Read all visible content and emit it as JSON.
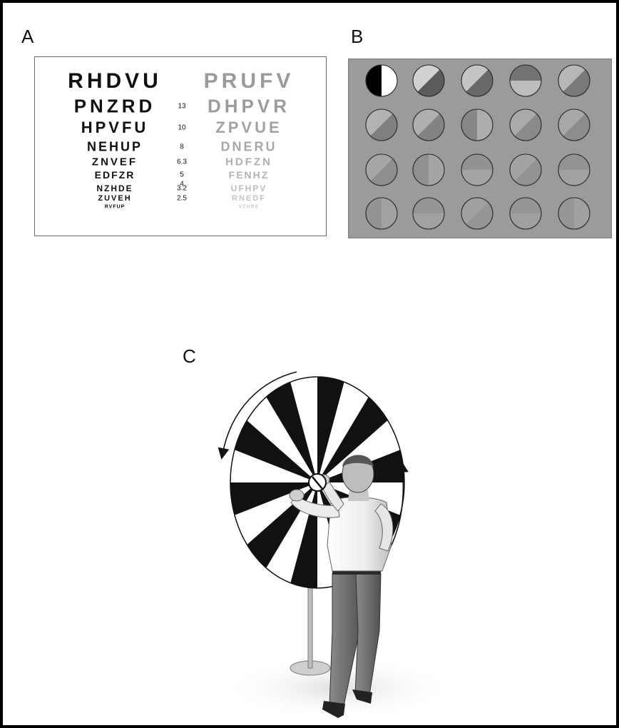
{
  "panels": {
    "a": {
      "label": "A"
    },
    "b": {
      "label": "B"
    },
    "c": {
      "label": "C"
    }
  },
  "acuity_chart": {
    "rows": [
      {
        "high_contrast": "RHDVU",
        "acuity": "",
        "low_contrast": "PRUFV"
      },
      {
        "high_contrast": "PNZRD",
        "acuity": "13",
        "low_contrast": "DHPVR"
      },
      {
        "high_contrast": "HPVFU",
        "acuity": "10",
        "low_contrast": "ZPVUE"
      },
      {
        "high_contrast": "NEHUP",
        "acuity": "8",
        "low_contrast": "DNERU"
      },
      {
        "high_contrast": "ZNVEF",
        "acuity": "6.3",
        "low_contrast": "HDFZN"
      },
      {
        "high_contrast": "EDFZR",
        "acuity": "5",
        "low_contrast": "FENHZ"
      },
      {
        "high_contrast": "",
        "acuity": "4",
        "low_contrast": ""
      },
      {
        "high_contrast": "NZHDE",
        "acuity": "3.2",
        "low_contrast": "UFHPV"
      },
      {
        "high_contrast": "ZUVEH",
        "acuity": "2.5",
        "low_contrast": "RNEDF"
      },
      {
        "high_contrast": "RVFUP",
        "acuity": "",
        "low_contrast": "VZHRE"
      }
    ],
    "colors": {
      "high": "#111111",
      "low_faded": "#b8b8b8"
    }
  },
  "contrast_test": {
    "rows": 4,
    "cols": 5,
    "background": "#9b9b9b",
    "orientations": [
      "vertical",
      "diagonal",
      "diagonal",
      "horizontal",
      "diagonal",
      "diagonal",
      "diagonal",
      "vertical",
      "diagonal",
      "diagonal",
      "diagonal",
      "vertical",
      "horizontal",
      "diagonal",
      "horizontal",
      "vertical",
      "horizontal",
      "diagonal",
      "horizontal",
      "vertical"
    ],
    "contrast_levels": [
      1.0,
      0.55,
      0.42,
      0.33,
      0.27,
      0.22,
      0.18,
      0.15,
      0.12,
      0.1,
      0.08,
      0.065,
      0.05,
      0.04,
      0.032,
      0.025,
      0.02,
      0.015,
      0.01,
      0.006
    ]
  },
  "drum_test": {
    "sector_count": 20,
    "colors": {
      "black": "#111111",
      "white": "#ffffff"
    }
  }
}
